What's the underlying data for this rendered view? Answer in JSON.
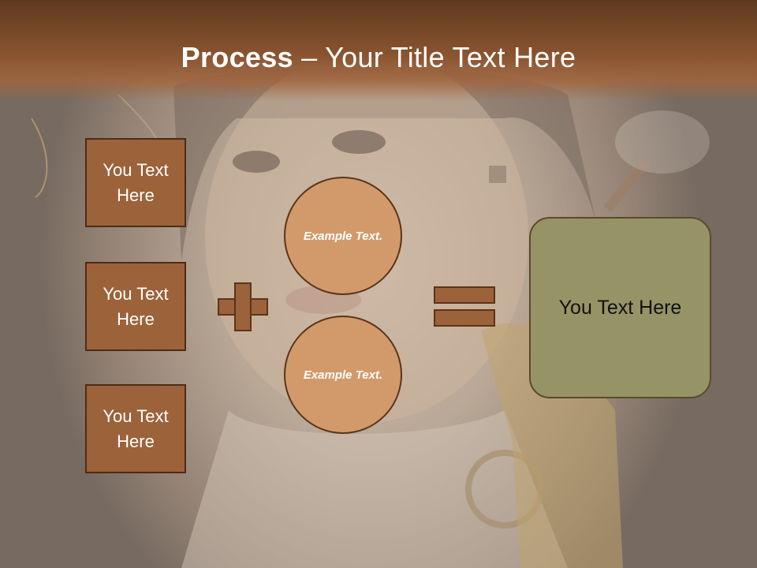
{
  "title": {
    "bold": "Process",
    "rest": " – Your Title Text Here"
  },
  "left_boxes": [
    {
      "label": "You Text Here"
    },
    {
      "label": "You Text Here"
    },
    {
      "label": "You Text Here"
    }
  ],
  "circles": [
    {
      "label": "Example Text."
    },
    {
      "label": "Example Text."
    }
  ],
  "result": {
    "label": "You Text Here"
  },
  "colors": {
    "title_bar": "#8a5430",
    "box_fill": "#9c623a",
    "box_border": "#4e2c14",
    "circle_fill": "#d29a6b",
    "result_fill": "#969466",
    "operator_fill": "#9c623a"
  }
}
